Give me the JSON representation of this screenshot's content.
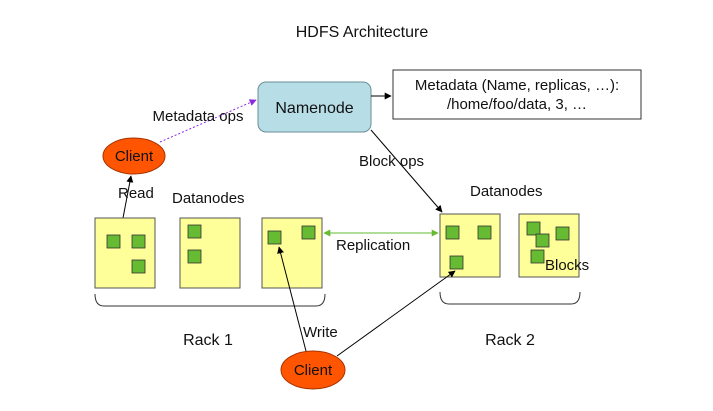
{
  "title": "HDFS Architecture",
  "namenode": {
    "label": "Namenode"
  },
  "metadata": {
    "line1": "Metadata (Name, replicas, …):",
    "line2": "/home/foo/data, 3, …"
  },
  "labels": {
    "metadata_ops": "Metadata ops",
    "block_ops": "Block ops",
    "read": "Read",
    "write": "Write",
    "replication": "Replication",
    "datanodes_left": "Datanodes",
    "datanodes_right": "Datanodes",
    "blocks": "Blocks",
    "rack1": "Rack 1",
    "rack2": "Rack 2"
  },
  "clients": {
    "top": "Client",
    "bottom": "Client"
  },
  "colors": {
    "namenode_fill": "#b7dde6",
    "client_fill": "#ff5500",
    "datanode_fill": "#ffff99",
    "block_fill": "#66bb33",
    "replication_arrow": "#66bb33",
    "metadata_ops_arrow": "#8a2be2"
  }
}
